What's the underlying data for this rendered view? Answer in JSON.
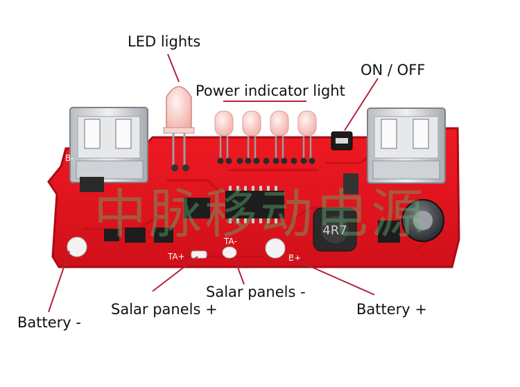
{
  "labels": {
    "led_lights": "LED lights",
    "power_indicator": "Power indicator light",
    "on_off": "ON / OFF",
    "solar_minus": "Salar panels -",
    "solar_plus": "Salar panels +",
    "battery_plus": "Battery +",
    "battery_minus": "Battery -"
  },
  "silkscreen": {
    "b_minus_top": "B-",
    "ta_plus": "TA+",
    "ta_minus": "TA-",
    "b_plus": "B+",
    "inductor": "4R7"
  },
  "watermark": "中脉移动电源",
  "colors": {
    "pcb": "#e8141c",
    "pcb_edge": "#b40d12",
    "callout": "#b5203a",
    "usb_metal": "#cfd2d6",
    "chip": "#1d1d1d"
  }
}
